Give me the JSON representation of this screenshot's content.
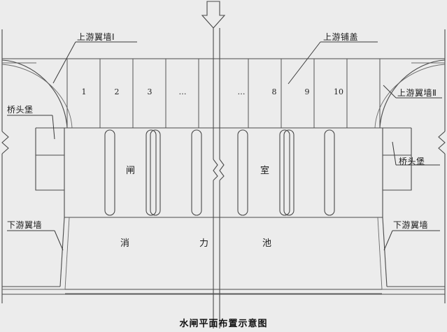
{
  "diagram": {
    "caption": "水闸平面布置示意图",
    "flow_arrow": "flow-direction-arrow",
    "background_color": "#ececec",
    "line_color": "#4a4a4a"
  },
  "labels": {
    "upstream_wing_wall_1": "上游翼墙Ⅰ",
    "upstream_wing_wall_2": "上游翼墙Ⅱ",
    "upstream_apron": "上游铺盖",
    "bridgehead_left": "桥头堡",
    "bridgehead_right": "桥头堡",
    "downstream_wing_wall_left": "下游翼墙",
    "downstream_wing_wall_right": "下游翼墙"
  },
  "bays": {
    "numbers": [
      "1",
      "2",
      "3",
      "…",
      "…",
      "8",
      "9",
      "10"
    ]
  },
  "gate_chamber": {
    "char_left": "闸",
    "char_right": "室"
  },
  "stilling_basin": {
    "char_1": "消",
    "char_2": "力",
    "char_3": "池"
  }
}
